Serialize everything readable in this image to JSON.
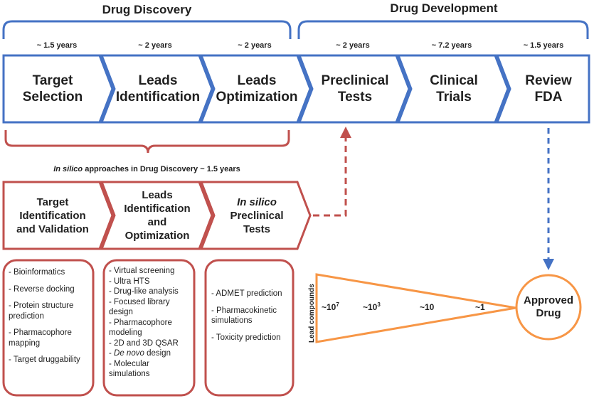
{
  "headers": {
    "discovery": "Drug Discovery",
    "development": "Drug Development"
  },
  "stages": [
    {
      "duration": "~ 1.5  years",
      "line1": "Target",
      "line2": "Selection"
    },
    {
      "duration": "~ 2  years",
      "line1": "Leads",
      "line2": "Identification"
    },
    {
      "duration": "~ 2  years",
      "line1": "Leads",
      "line2": "Optimization"
    },
    {
      "duration": "~ 2 years",
      "line1": "Preclinical",
      "line2": "Tests"
    },
    {
      "duration": "~ 7.2 years",
      "line1": "Clinical",
      "line2": "Trials"
    },
    {
      "duration": "~ 1.5 years",
      "line1": "Review",
      "line2": "FDA"
    }
  ],
  "insilico_note": {
    "italic": "In silico",
    "rest": " approaches in Drug Discovery  ~ 1.5 years"
  },
  "insilico_stages": [
    {
      "line1": "Target",
      "line2": "Identification",
      "line3": "and Validation"
    },
    {
      "line1": "Leads",
      "line2": "Identification",
      "line3": "and",
      "line4": "Optimization"
    },
    {
      "line1_italic": "In silico",
      "line2": "Preclinical",
      "line3": "Tests"
    }
  ],
  "list1": {
    "items": [
      "- Bioinformatics",
      "- Reverse docking",
      "- Protein structure",
      "prediction",
      "- Pharmacophore",
      "mapping",
      "- Target druggability"
    ]
  },
  "list2": {
    "items": [
      "- Virtual screening",
      "- Ultra HTS",
      "- Drug-like analysis",
      "- Focused library",
      "design",
      "- Pharmacophore",
      "modeling",
      "- 2D and 3D QSAR",
      "design",
      "- Molecular",
      "simulations"
    ],
    "denovo_italic": "De novo"
  },
  "list3": {
    "items": [
      "- ADMET prediction",
      "- Pharmacokinetic",
      "simulations",
      "- Toxicity prediction"
    ]
  },
  "funnel": {
    "axis_label": "Lead compounds",
    "counts": [
      {
        "base": "~10",
        "exp": "7"
      },
      {
        "base": "~10",
        "exp": "3"
      },
      {
        "base": "~10",
        "exp": ""
      },
      {
        "base": "~1",
        "exp": ""
      }
    ]
  },
  "result": {
    "line1": "Approved",
    "line2": "Drug"
  },
  "colors": {
    "blue": "#4472c4",
    "red": "#c0504d",
    "orange": "#f79646",
    "text": "#1f1f1f"
  }
}
